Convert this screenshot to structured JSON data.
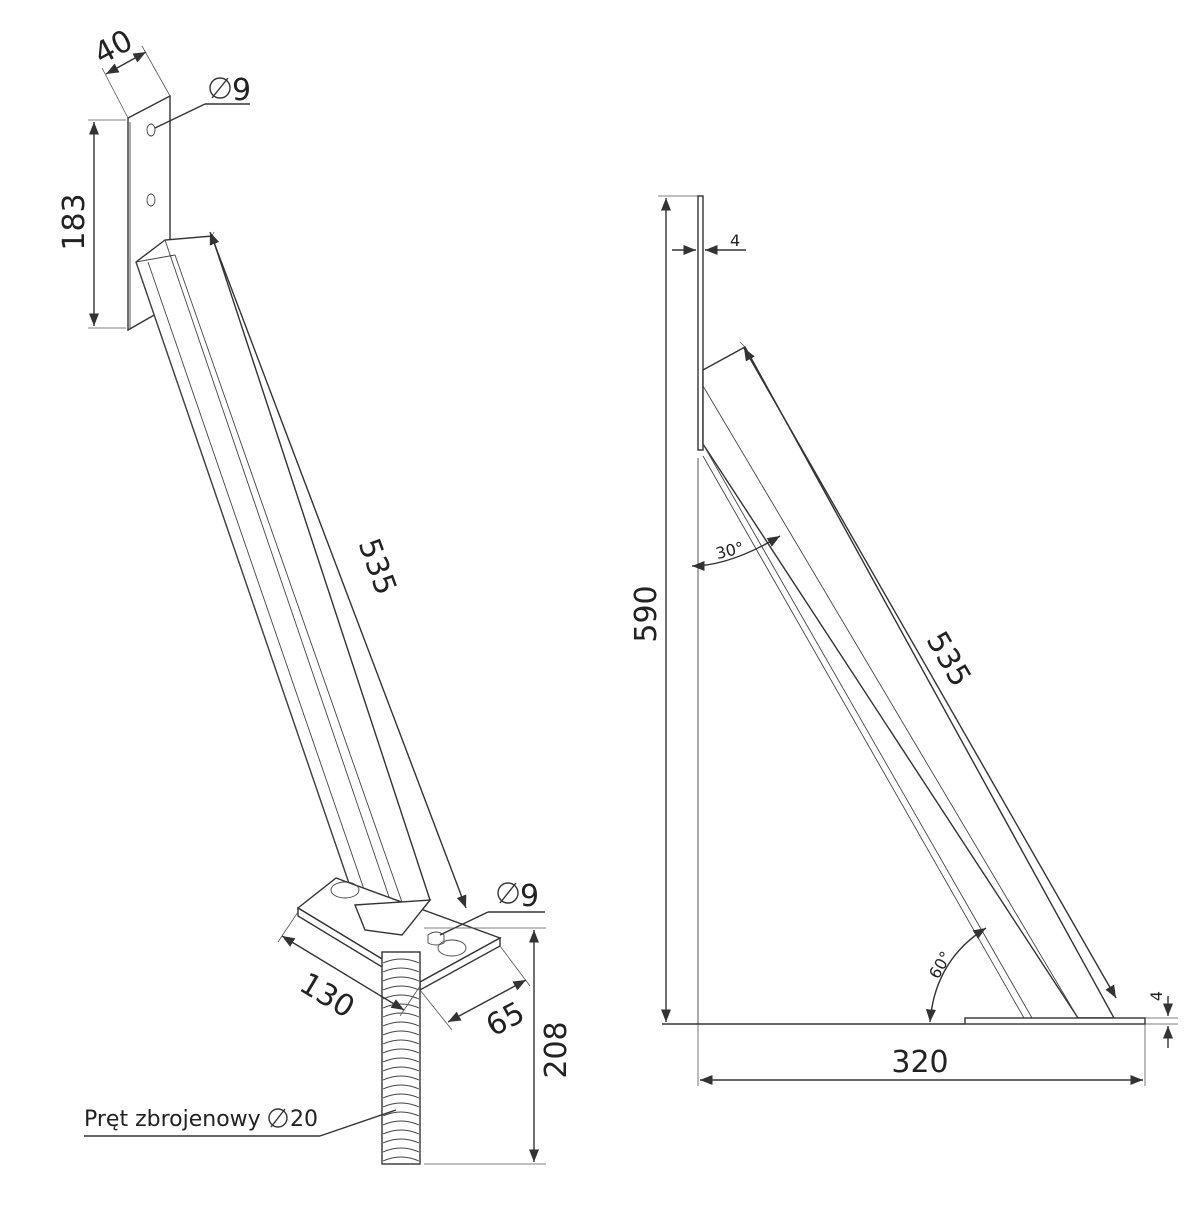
{
  "iso_view": {
    "dims": {
      "plate_width": "40",
      "plate_height": "183",
      "hole_top": "9",
      "strut_length": "535",
      "hole_base": "9",
      "base_length": "130",
      "base_width": "65",
      "rebar_length": "208"
    },
    "rebar_label_text": "Pręt zbrojenowy",
    "rebar_label_dia": "20"
  },
  "side_view": {
    "dims": {
      "height": "590",
      "plate_thickness": "4",
      "angle_top": "30°",
      "strut_length": "535",
      "angle_bottom": "60°",
      "base_thickness": "4",
      "base_length": "320"
    }
  }
}
